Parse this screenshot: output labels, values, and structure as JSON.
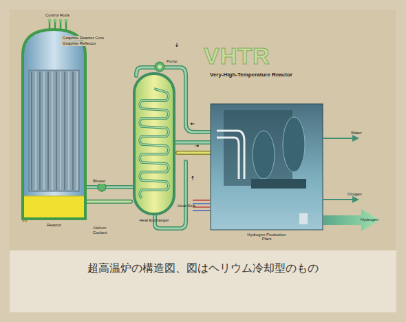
{
  "diagram": {
    "title": "VHTR",
    "caption": "超高温炉の構造図、図はヘリウム冷却型のもの",
    "nodes": [
      {
        "text": [
          "Reactor"
        ]
      },
      {
        "text": [
          "Heat Exchanger"
        ]
      },
      {
        "text": [
          "Hydrogen Production Plant"
        ]
      }
    ],
    "edges": [
      {
        "from": 0,
        "to": 1,
        "arrow": "none"
      },
      {
        "from": 1,
        "to": 2,
        "arrow": "none"
      }
    ],
    "labels": [
      "Very-High-Temperature Reactor",
      "Control Rods",
      "Graphite Reactor Core",
      "Graphite Reflector",
      "Pump",
      "Blower",
      "Helium Coolant",
      "Heat Sink",
      "Water",
      "Oxygen",
      "Hydrogen"
    ]
  }
}
